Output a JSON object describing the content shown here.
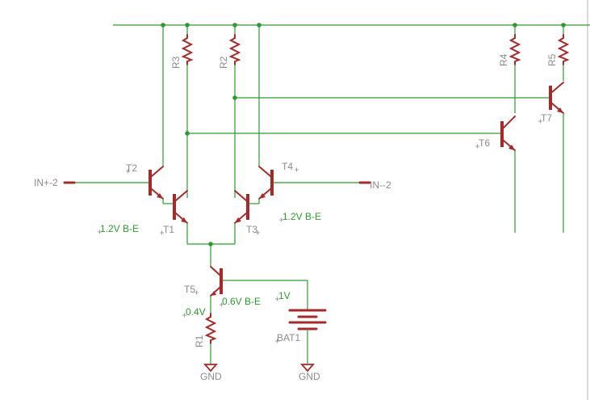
{
  "labels": {
    "r3": "R3",
    "r2": "R2",
    "r4": "R4",
    "r5": "R5",
    "r1": "R1",
    "t1": "T1",
    "t2": "T2",
    "t3": "T3",
    "t4": "T4",
    "t5": "T5",
    "t6": "T6",
    "t7": "T7",
    "in_plus": "IN+-2",
    "in_minus": "IN--2",
    "bat1": "BAT1",
    "gnd_left": "GND",
    "gnd_right": "GND"
  },
  "notes": {
    "vbe_left": "1.2V B-E",
    "vbe_right": "1.2V B-E",
    "vbe_t5": "0.6V B-E",
    "v_r1": "0.4V",
    "v_bat": "1V"
  },
  "colors": {
    "wire": "#2f9a2f",
    "component": "#a52a2a",
    "label": "#8a8a8a",
    "note": "#2f9a2f"
  }
}
